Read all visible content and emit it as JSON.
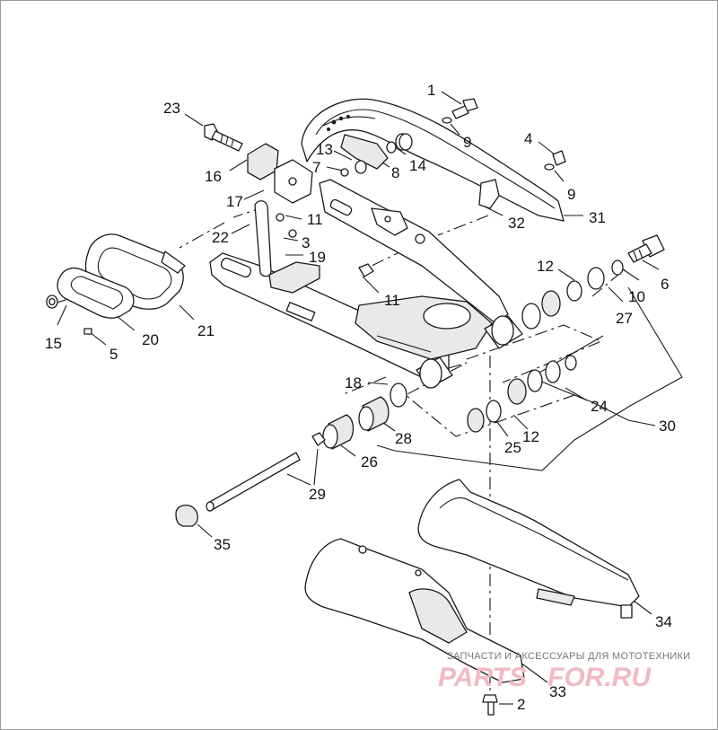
{
  "callouts": [
    {
      "id": "c1",
      "text": "1"
    },
    {
      "id": "c2",
      "text": "2"
    },
    {
      "id": "c3",
      "text": "3"
    },
    {
      "id": "c4",
      "text": "4"
    },
    {
      "id": "c5",
      "text": "5"
    },
    {
      "id": "c6",
      "text": "6"
    },
    {
      "id": "c7",
      "text": "7"
    },
    {
      "id": "c8",
      "text": "8"
    },
    {
      "id": "c9a",
      "text": "9"
    },
    {
      "id": "c9b",
      "text": "9"
    },
    {
      "id": "c10",
      "text": "10"
    },
    {
      "id": "c11a",
      "text": "11"
    },
    {
      "id": "c11b",
      "text": "11"
    },
    {
      "id": "c12a",
      "text": "12"
    },
    {
      "id": "c12b",
      "text": "12"
    },
    {
      "id": "c13",
      "text": "13"
    },
    {
      "id": "c14",
      "text": "14"
    },
    {
      "id": "c15",
      "text": "15"
    },
    {
      "id": "c16",
      "text": "16"
    },
    {
      "id": "c17",
      "text": "17"
    },
    {
      "id": "c18",
      "text": "18"
    },
    {
      "id": "c19",
      "text": "19"
    },
    {
      "id": "c20",
      "text": "20"
    },
    {
      "id": "c21",
      "text": "21"
    },
    {
      "id": "c22",
      "text": "22"
    },
    {
      "id": "c23",
      "text": "23"
    },
    {
      "id": "c24",
      "text": "24"
    },
    {
      "id": "c25",
      "text": "25"
    },
    {
      "id": "c26",
      "text": "26"
    },
    {
      "id": "c27",
      "text": "27"
    },
    {
      "id": "c28",
      "text": "28"
    },
    {
      "id": "c29",
      "text": "29"
    },
    {
      "id": "c30",
      "text": "30"
    },
    {
      "id": "c31",
      "text": "31"
    },
    {
      "id": "c32",
      "text": "32"
    },
    {
      "id": "c33",
      "text": "33"
    },
    {
      "id": "c34",
      "text": "34"
    },
    {
      "id": "c35",
      "text": "35"
    }
  ],
  "watermark": {
    "caption": "ЗАПЧАСТИ И АКСЕССУАРЫ ДЛЯ МОТОТЕХНИКИ",
    "logo_left": "PARTS",
    "logo_right": "FOR.RU",
    "logo_color": "#f2b9c4"
  }
}
